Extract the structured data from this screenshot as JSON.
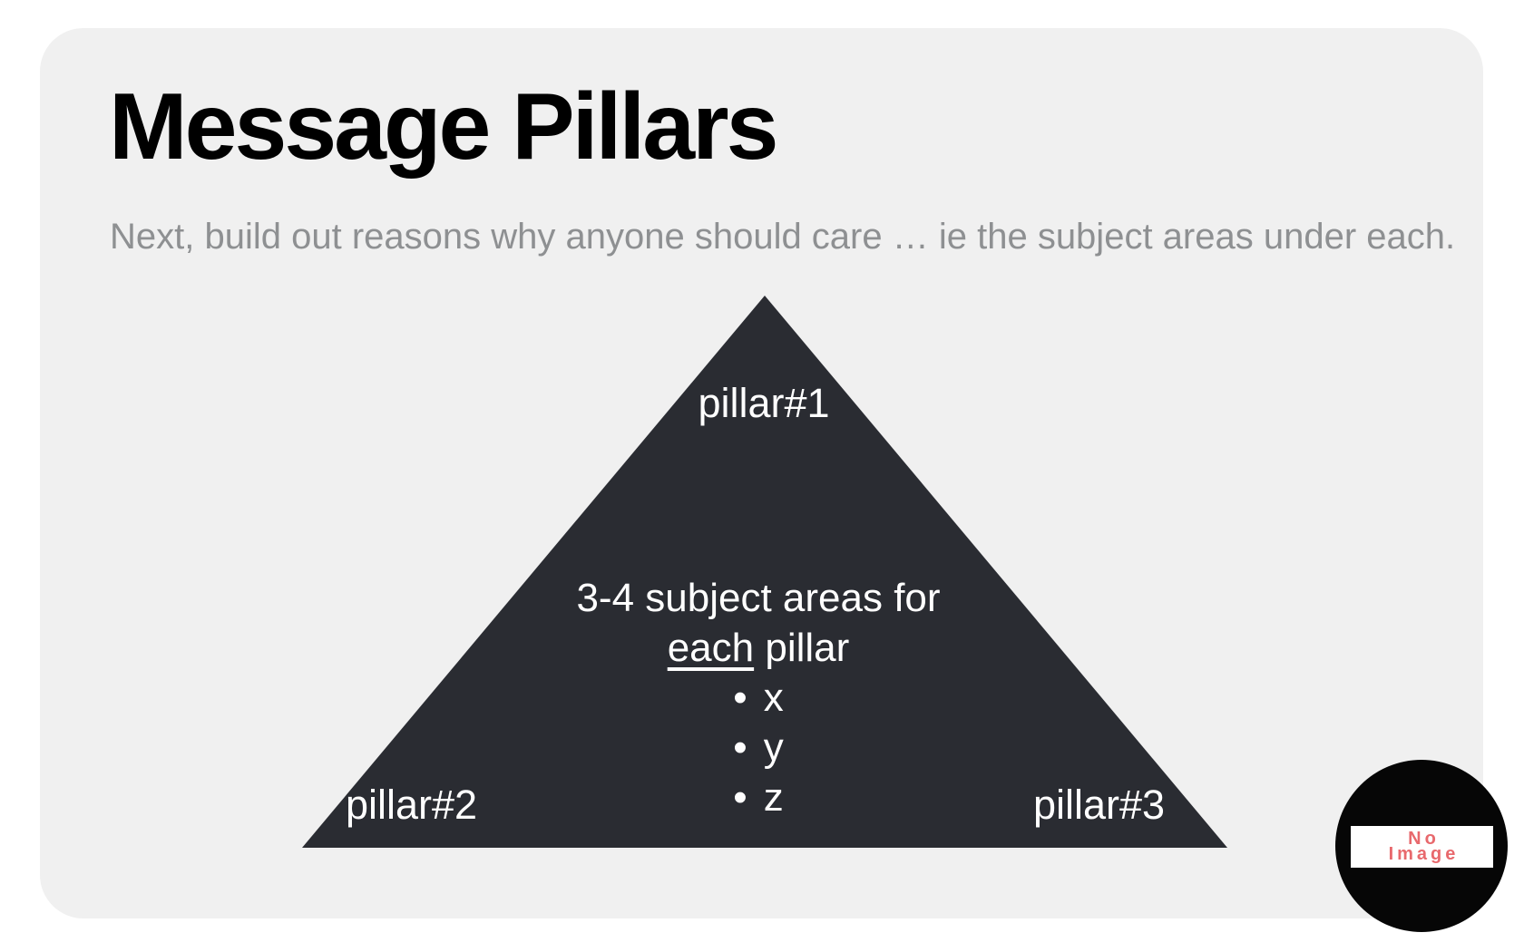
{
  "slide": {
    "title": "Message Pillars",
    "subtitle": "Next, build out reasons why anyone should care … ie the subject areas under each.",
    "pyramid": {
      "top_label": "pillar#1",
      "bottom_left_label": "pillar#2",
      "bottom_right_label": "pillar#3",
      "note_line1": "3-4 subject areas for",
      "note_line2_underlined": "each",
      "note_line2_rest": " pillar",
      "bullet_glyph": "•",
      "bullets": [
        "x",
        "y",
        "z"
      ]
    },
    "colors": {
      "page_background": "#ffffff",
      "slide_background": "#f0f0f0",
      "title_text": "#000000",
      "subtitle_text": "#8e9092",
      "pyramid_fill": "#2a2c32",
      "pyramid_text": "#ffffff",
      "badge_circle": "#060606",
      "badge_band": "#ffffff",
      "badge_text": "#e8696d"
    }
  },
  "badge": {
    "line1": "No",
    "line2": "Image"
  }
}
